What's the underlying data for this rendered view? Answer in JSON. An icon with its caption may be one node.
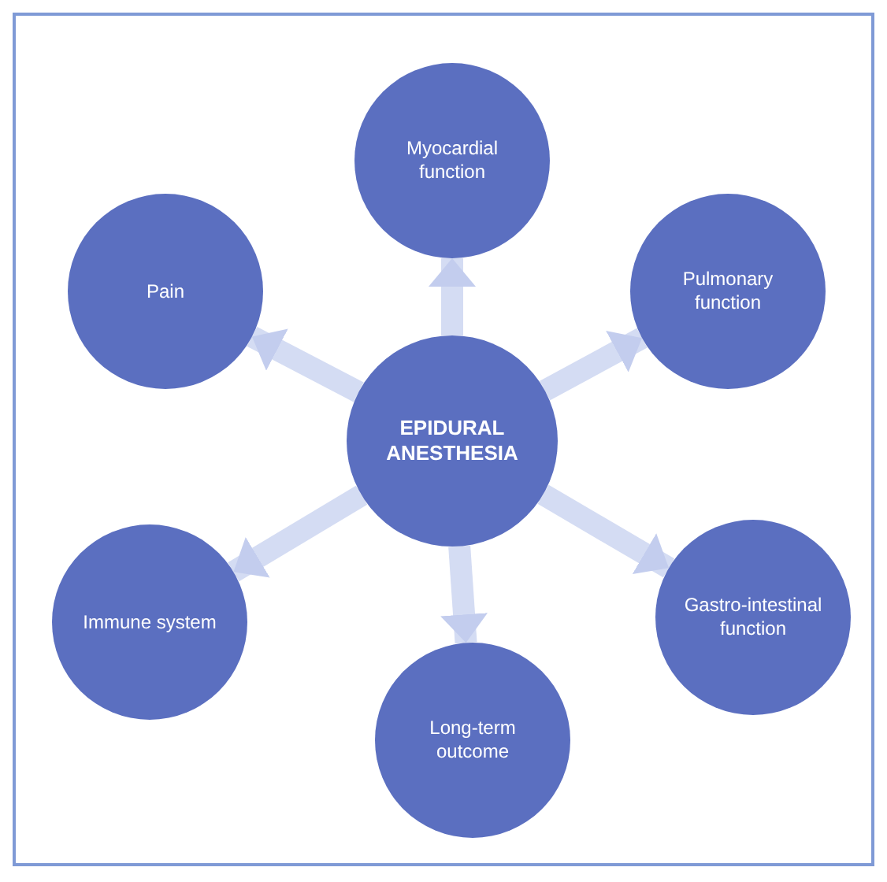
{
  "diagram": {
    "nodes": [
      {
        "text": [
          "Myocardial function"
        ]
      },
      {
        "text": [
          "Pain"
        ]
      },
      {
        "text": [
          "Pulmonary function"
        ]
      },
      {
        "text": [
          "EPIDURAL ANESTHESIA"
        ]
      },
      {
        "text": [
          "Immune system"
        ]
      },
      {
        "text": [
          "Gastro-intestinal function"
        ]
      },
      {
        "text": [
          "Long-term outcome"
        ]
      }
    ],
    "edges": [
      {
        "from": 3,
        "to": 0,
        "arrow": "to"
      },
      {
        "from": 3,
        "to": 2,
        "arrow": "to"
      },
      {
        "from": 3,
        "to": 5,
        "arrow": "to"
      },
      {
        "from": 3,
        "to": 6,
        "arrow": "to"
      },
      {
        "from": 3,
        "to": 4,
        "arrow": "to"
      },
      {
        "from": 3,
        "to": 1,
        "arrow": "to"
      }
    ]
  }
}
